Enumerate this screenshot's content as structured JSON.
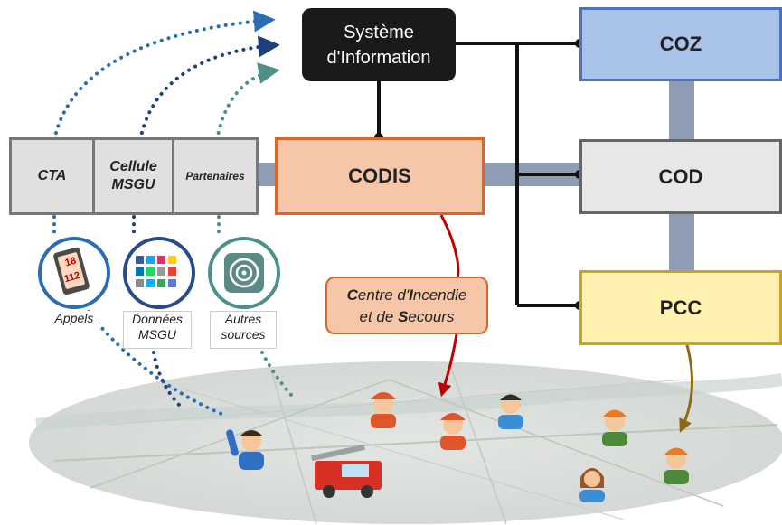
{
  "si": {
    "line1": "Système",
    "line2": "d'Information"
  },
  "coz": "COZ",
  "cod": "COD",
  "pcc": "PCC",
  "codis": "CODIS",
  "sources": {
    "cta": "CTA",
    "msgu_line1": "Cellule",
    "msgu_line2": "MSGU",
    "partenaires": "Partenaires"
  },
  "phone": {
    "top": "18",
    "bottom": "112"
  },
  "captions": {
    "appels": "Appels",
    "donnees_line1": "Données",
    "donnees_line2": "MSGU",
    "autres_line1": "Autres",
    "autres_line2": "sources"
  },
  "cis": {
    "l1_c1": "C",
    "l1_rest1": "entre d'",
    "l1_c2": "I",
    "l1_rest2": "ncendie",
    "l2_a": "et de ",
    "l2_c3": "S",
    "l2_rest3": "ecours"
  },
  "colors": {
    "si": "#1a1a1a",
    "coz": "#a8c2e8",
    "cod": "#e7e7e7",
    "pcc": "#fff2b0",
    "codis": "#f6c6a8",
    "sources": "#e0e0e0",
    "link": "#8f9cb5",
    "red_arrow": "#c00000",
    "olive_arrow": "#8a6a10"
  }
}
